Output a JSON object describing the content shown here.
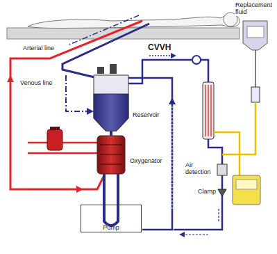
{
  "diagram": {
    "nodes": [
      {
        "text": [
          "Pump"
        ]
      }
    ],
    "labels": [
      "Arterial line",
      "Venous line",
      "CVVH",
      "Replacement fluid",
      "Reservoir",
      "Oxygenator",
      "Air detection",
      "Clamp"
    ]
  }
}
